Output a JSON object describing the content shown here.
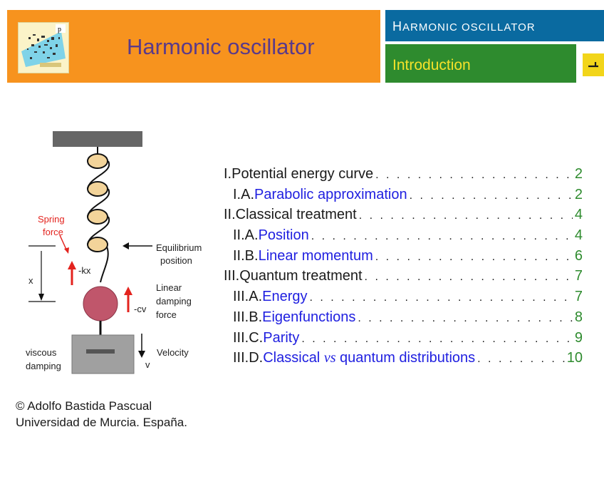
{
  "header": {
    "title": "Harmonic oscillator",
    "section_cap": "H",
    "section_rest": "ARMONIC OSCILLATOR",
    "subsection": "Introduction",
    "nav_icon": "return-arrow-icon",
    "colors": {
      "orange": "#f7931e",
      "blue": "#0a6aa0",
      "green": "#2e8b2e",
      "yellow": "#f2d51a",
      "title": "#5a3a8a"
    }
  },
  "figure": {
    "spring_force": [
      "Spring",
      "force"
    ],
    "kx": "-kx",
    "x": "x",
    "equilibrium": [
      "Equilibrium",
      "position"
    ],
    "damping": [
      "Linear",
      "damping",
      "force"
    ],
    "cv": "-cv",
    "velocity": "Velocity",
    "v": "v",
    "viscous": [
      "viscous",
      "damping"
    ]
  },
  "toc": [
    {
      "prefix": "I. ",
      "title": "Potential energy curve",
      "page": "2",
      "level": 0
    },
    {
      "prefix": "I.A. ",
      "title": "Parabolic approximation",
      "page": "2",
      "level": 1
    },
    {
      "prefix": "II. ",
      "title": "Classical treatment",
      "page": "4",
      "level": 0
    },
    {
      "prefix": "II.A. ",
      "title": "Position",
      "page": "4",
      "level": 1
    },
    {
      "prefix": "II.B. ",
      "title": "Linear momentum",
      "page": "6",
      "level": 1
    },
    {
      "prefix": "III. ",
      "title": "Quantum treatment",
      "page": "7",
      "level": 0
    },
    {
      "prefix": "III.A. ",
      "title": "Energy",
      "page": "7",
      "level": 1
    },
    {
      "prefix": "III.B. ",
      "title": "Eigenfunctions",
      "page": "8",
      "level": 1
    },
    {
      "prefix": "III.C. ",
      "title": "Parity",
      "page": "9",
      "level": 1
    },
    {
      "prefix": "III.D. ",
      "title_a": "Classical ",
      "title_vs": "vs",
      "title_b": " quantum distributions",
      "page": "10",
      "level": 1
    }
  ],
  "credit": {
    "line1": "© Adolfo Bastida Pascual",
    "line2": "Universidad de Murcia. España."
  }
}
